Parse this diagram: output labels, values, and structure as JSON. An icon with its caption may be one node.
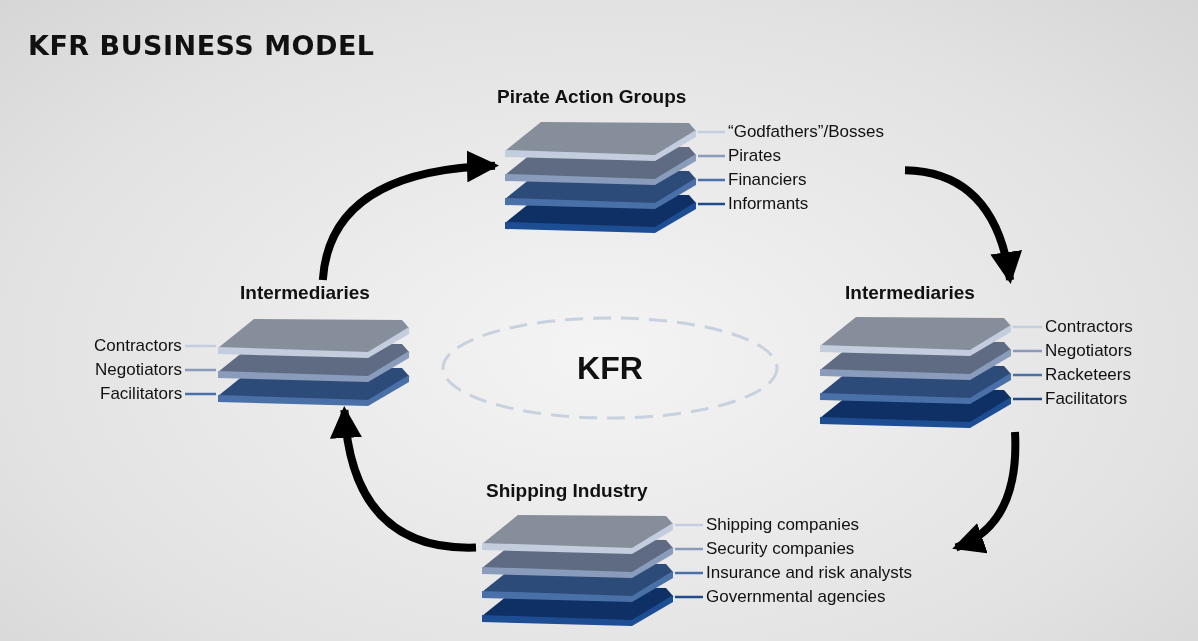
{
  "diagram": {
    "title": "KFR BUSINESS MODEL",
    "nodes": [
      {
        "text": [
          "Pirate Action Groups"
        ]
      },
      {
        "text": [],
        "shape": "bar",
        "in": 0
      },
      {
        "text": [],
        "shape": "bar",
        "in": 0
      },
      {
        "text": [],
        "shape": "bar",
        "in": 0
      },
      {
        "text": [],
        "shape": "bar",
        "in": 0
      },
      {
        "text": [
          "“Godfathers”/Bosses"
        ],
        "in": 0
      },
      {
        "text": [
          "Pirates"
        ],
        "in": 0
      },
      {
        "text": [
          "Financiers"
        ],
        "in": 0
      },
      {
        "text": [
          "Informants"
        ],
        "in": 0
      },
      {
        "text": [
          "Intermediaries"
        ]
      },
      {
        "text": [],
        "shape": "bar",
        "in": 9
      },
      {
        "text": [],
        "shape": "bar",
        "in": 9
      },
      {
        "text": [],
        "shape": "bar",
        "in": 9
      },
      {
        "text": [
          "Contractors"
        ],
        "in": 9
      },
      {
        "text": [
          "Negotiators"
        ],
        "in": 9
      },
      {
        "text": [
          "Facilitators"
        ],
        "in": 9
      },
      {
        "text": [
          "Intermediaries"
        ]
      },
      {
        "text": [],
        "shape": "bar",
        "in": 16
      },
      {
        "text": [],
        "shape": "bar",
        "in": 16
      },
      {
        "text": [],
        "shape": "bar",
        "in": 16
      },
      {
        "text": [],
        "shape": "bar",
        "in": 16
      },
      {
        "text": [
          "Contractors"
        ],
        "in": 16
      },
      {
        "text": [
          "Negotiators"
        ],
        "in": 16
      },
      {
        "text": [
          "Racketeers"
        ],
        "in": 16
      },
      {
        "text": [
          "Facilitators"
        ],
        "in": 16
      },
      {
        "text": [
          "KFR"
        ]
      },
      {
        "text": [
          "Shipping Industry"
        ]
      },
      {
        "text": [],
        "shape": "bar",
        "in": 26
      },
      {
        "text": [],
        "shape": "bar",
        "in": 26
      },
      {
        "text": [],
        "shape": "bar",
        "in": 26
      },
      {
        "text": [],
        "shape": "bar",
        "in": 26
      },
      {
        "text": [
          "Shipping companies"
        ],
        "in": 26
      },
      {
        "text": [
          "Security companies"
        ],
        "in": 26
      },
      {
        "text": [
          "Insurance and risk analysts"
        ],
        "in": 26
      },
      {
        "text": [
          "Governmental agencies"
        ],
        "in": 26
      }
    ],
    "edges": [
      {
        "from": 9,
        "to": 0,
        "arrow": "to",
        "style": "thick",
        "color": "#000000"
      },
      {
        "from": 0,
        "to": 16,
        "arrow": "to",
        "style": "thick",
        "color": "#000000"
      },
      {
        "from": 16,
        "to": 26,
        "arrow": "to",
        "style": "thick",
        "color": "#000000"
      },
      {
        "from": 26,
        "to": 9,
        "arrow": "to",
        "style": "thick",
        "color": "#000000"
      },
      {
        "from": 5,
        "to": 1,
        "arrow": "none",
        "color": "#c5cee0"
      },
      {
        "from": 6,
        "to": 2,
        "arrow": "none",
        "color": "#8a9abb"
      },
      {
        "from": 7,
        "to": 3,
        "arrow": "none",
        "color": "#4a70a8"
      },
      {
        "from": 8,
        "to": 4,
        "arrow": "none",
        "color": "#1f4a8c"
      },
      {
        "from": 13,
        "to": 10,
        "arrow": "none",
        "color": "#c5cee0"
      },
      {
        "from": 14,
        "to": 11,
        "arrow": "none",
        "color": "#8a9abb"
      },
      {
        "from": 15,
        "to": 12,
        "arrow": "none",
        "color": "#4a70a8"
      },
      {
        "from": 21,
        "to": 17,
        "arrow": "none",
        "color": "#c5cee0"
      },
      {
        "from": 22,
        "to": 18,
        "arrow": "none",
        "color": "#8a9abb"
      },
      {
        "from": 23,
        "to": 19,
        "arrow": "none",
        "color": "#4a70a8"
      },
      {
        "from": 24,
        "to": 20,
        "arrow": "none",
        "color": "#1f4a8c"
      },
      {
        "from": 31,
        "to": 27,
        "arrow": "none",
        "color": "#c5cee0"
      },
      {
        "from": 32,
        "to": 28,
        "arrow": "none",
        "color": "#8a9abb"
      },
      {
        "from": 33,
        "to": 29,
        "arrow": "none",
        "color": "#4a70a8"
      },
      {
        "from": 34,
        "to": 30,
        "arrow": "none",
        "color": "#1f4a8c"
      }
    ]
  }
}
